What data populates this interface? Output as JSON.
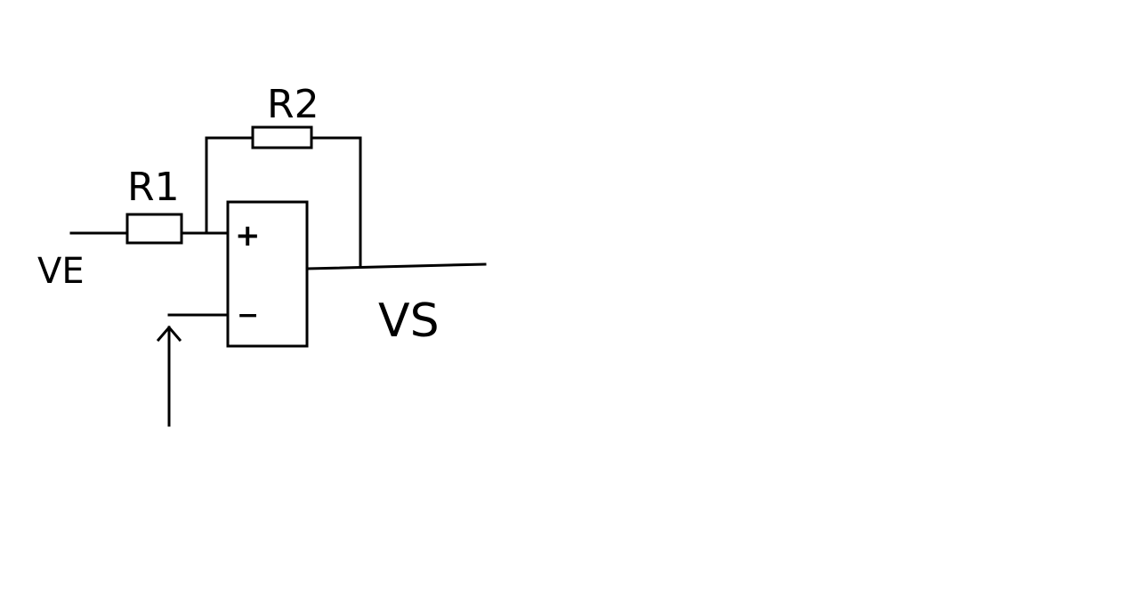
{
  "diagram": {
    "type": "op-amp circuit (hand-drawn)",
    "labels": {
      "input": "VE",
      "output": "VS",
      "resistor_1": "R1",
      "resistor_2": "R2"
    },
    "op_amp": {
      "plus_symbol": "+",
      "minus_symbol": "−"
    },
    "colors": {
      "background": "#ffffff",
      "ink": "#000000"
    }
  }
}
